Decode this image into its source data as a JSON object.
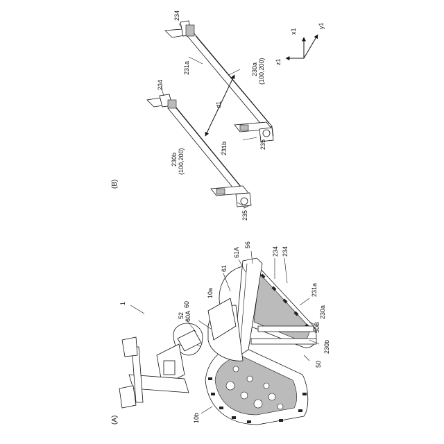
{
  "panels": {
    "a": "(A)",
    "b": "(B)"
  },
  "labels_a": {
    "ref_1": "1",
    "ref_52": "52",
    "ref_60A": "60A",
    "ref_60": "60",
    "ref_61": "61",
    "ref_61A": "61A",
    "ref_56": "56",
    "ref_10a": "10a",
    "ref_234_1": "234",
    "ref_234_2": "234",
    "ref_231a": "231a",
    "ref_230a": "230a",
    "ref_50B": "50B",
    "ref_230b": "230b",
    "ref_50": "50",
    "ref_10b": "10b"
  },
  "labels_b": {
    "ref_234_top": "234",
    "ref_231a": "231a",
    "ref_230a": "230a",
    "ref_230a_sub": "(100,200)",
    "ref_234_mid": "234",
    "ref_d1": "d1",
    "ref_231b": "231b",
    "ref_230b": "230b",
    "ref_230b_sub": "(100,200)",
    "ref_235_1": "235",
    "ref_235_2": "235"
  },
  "axes": {
    "x": "x1",
    "y": "y1",
    "z": "z1"
  }
}
